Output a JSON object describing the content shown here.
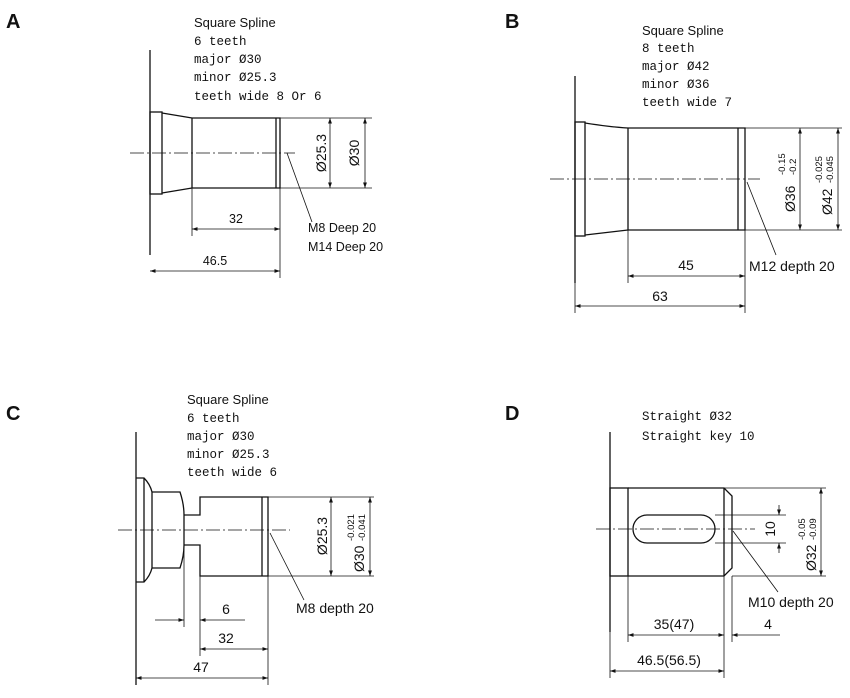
{
  "panels": {
    "a": {
      "label": "A",
      "spec": [
        "Square Spline",
        "6 teeth",
        "major Ø30",
        "minor Ø25.3",
        "teeth wide 8 Or 6"
      ],
      "dim_minor": "Ø25.3",
      "dim_major": "Ø30",
      "dim_spline_len": "32",
      "dim_total_len": "46.5",
      "thread_1": "M8  Deep 20",
      "thread_2": "M14 Deep 20"
    },
    "b": {
      "label": "B",
      "spec": [
        "Square Spline",
        "8 teeth",
        "major Ø42",
        "minor Ø36",
        "teeth wide 7"
      ],
      "dim_minor": "Ø36",
      "dim_minor_tol_upper": "-0.15",
      "dim_minor_tol_lower": "-0.2",
      "dim_major": "Ø42",
      "dim_major_tol_upper": "-0.025",
      "dim_major_tol_lower": "-0.045",
      "dim_spline_len": "45",
      "dim_total_len": "63",
      "thread": "M12 depth 20"
    },
    "c": {
      "label": "C",
      "spec": [
        "Square Spline",
        "6 teeth",
        "major Ø30",
        "minor Ø25.3",
        "teeth wide 6"
      ],
      "dim_minor": "Ø25.3",
      "dim_major": "Ø30",
      "dim_major_tol_upper": "-0.021",
      "dim_major_tol_lower": "-0.041",
      "dim_undercut": "6",
      "dim_spline_len": "32",
      "dim_total_len": "47",
      "thread": "M8 depth 20"
    },
    "d": {
      "label": "D",
      "spec": [
        "Straight Ø32",
        "Straight key 10"
      ],
      "dim_key_width": "10",
      "dim_dia": "Ø32",
      "dim_dia_tol_upper": "-0.05",
      "dim_dia_tol_lower": "-0.09",
      "dim_key_len": "35(47)",
      "dim_end_len": "4",
      "dim_total_len": "46.5(56.5)",
      "thread": "M10 depth 20"
    }
  }
}
